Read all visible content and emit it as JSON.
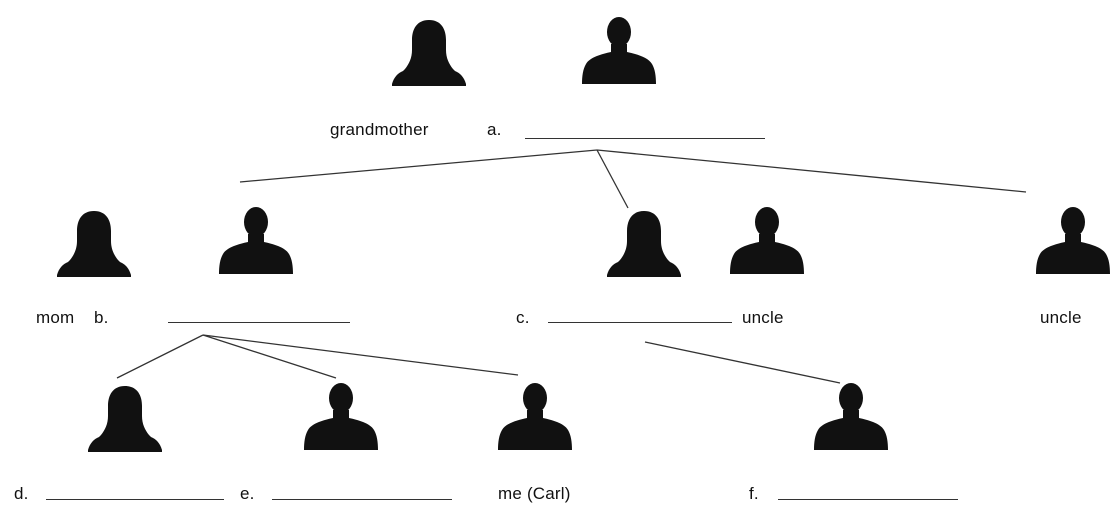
{
  "labels": {
    "grandmother": "grandmother",
    "a": "a.",
    "mom": "mom",
    "b": "b.",
    "c": "c.",
    "uncle1": "uncle",
    "uncle2": "uncle",
    "d": "d.",
    "e": "e.",
    "me": "me (Carl)",
    "f": "f."
  },
  "answers": {
    "a": "",
    "b": "",
    "c": "",
    "d": "",
    "e": "",
    "f": ""
  },
  "icons": {
    "female": "female-silhouette-icon",
    "male": "male-silhouette-icon"
  },
  "colors": {
    "silhouette": "#111111",
    "line": "#333333"
  }
}
